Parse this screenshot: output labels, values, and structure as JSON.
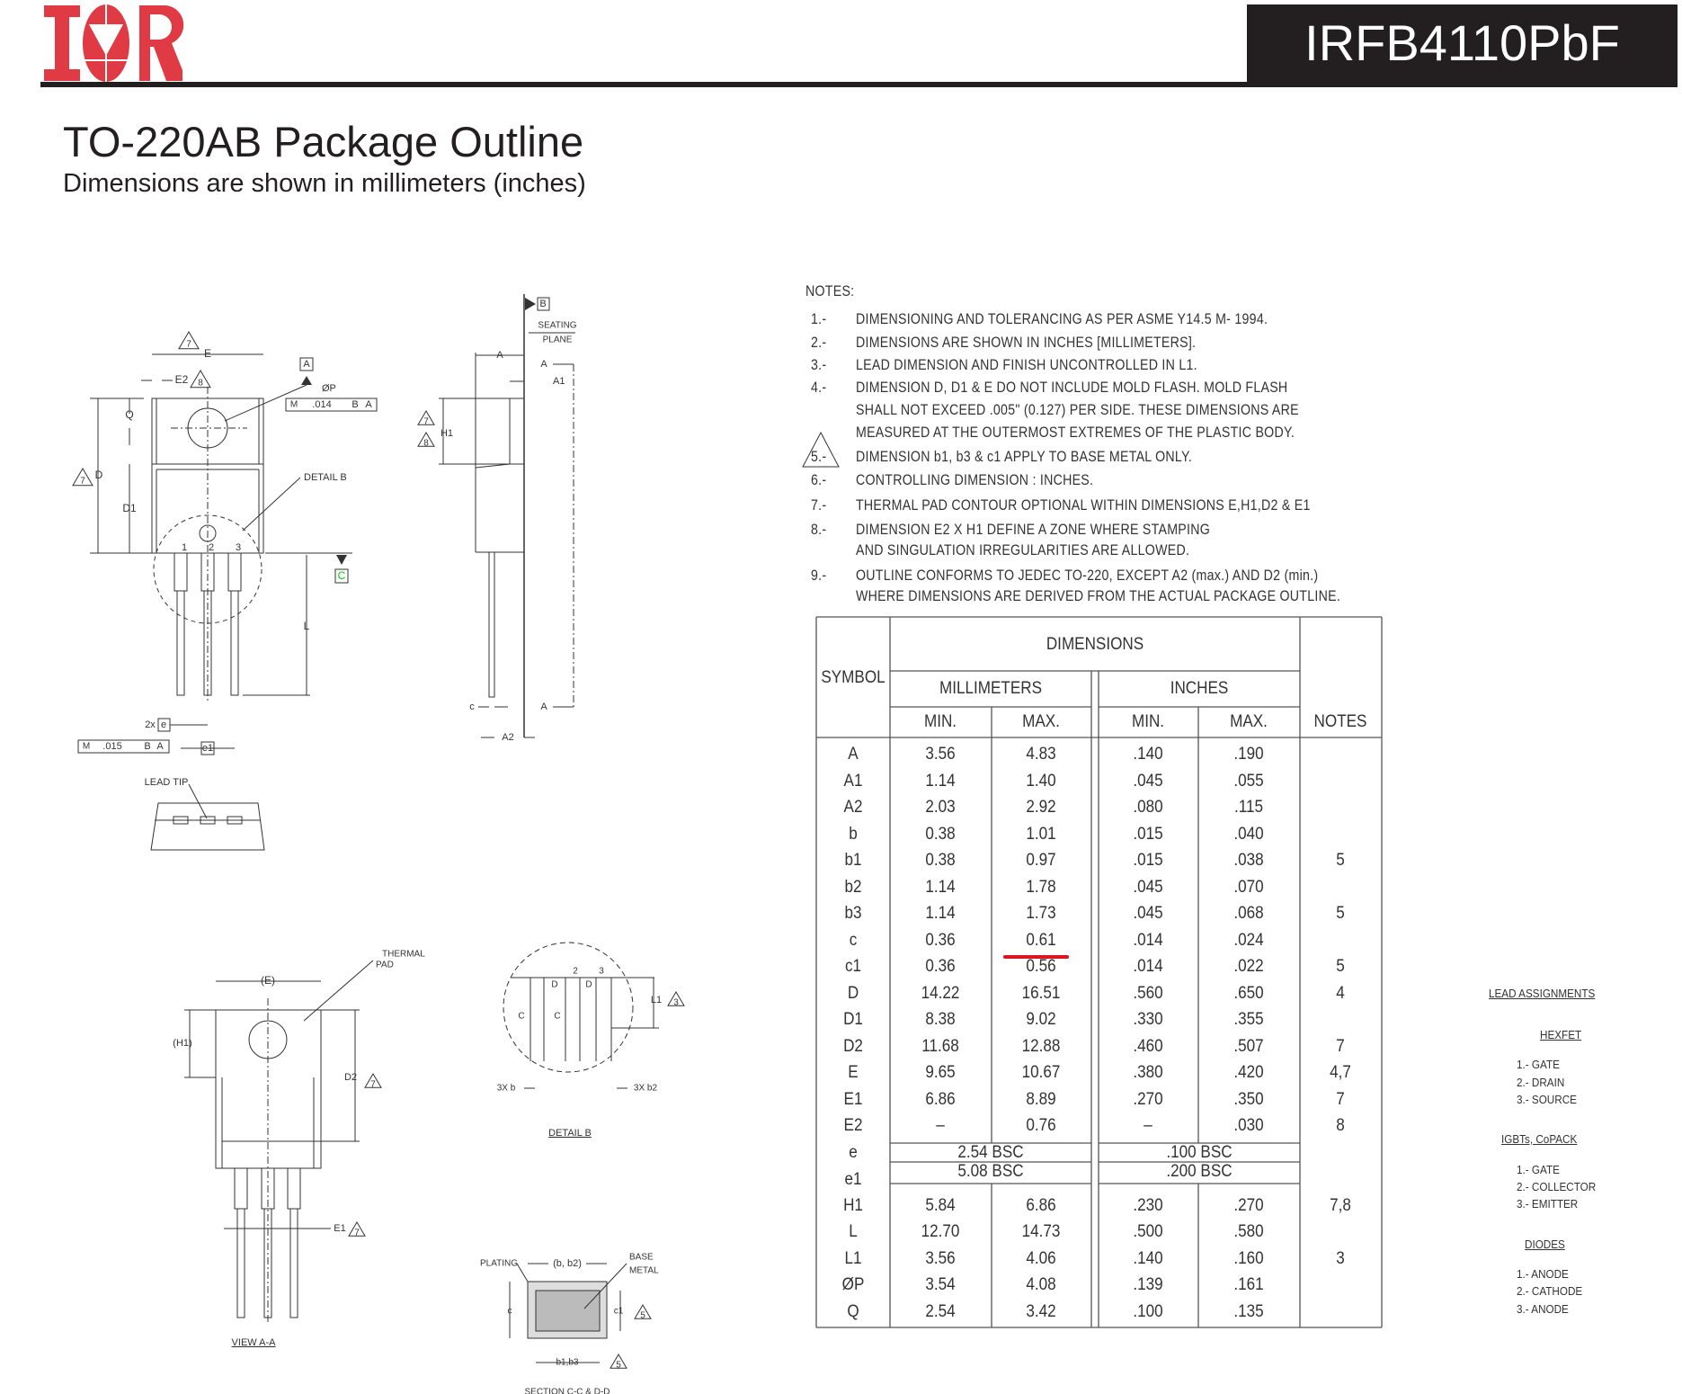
{
  "header": {
    "logo_text": "IOR",
    "part_number": "IRFB4110PbF",
    "title": "TO-220AB Package Outline",
    "subtitle": "Dimensions are shown in millimeters (inches)",
    "brand_color": "#e03a44"
  },
  "notes": {
    "heading": "NOTES:",
    "items": [
      {
        "num": "1.-",
        "lines": [
          "DIMENSIONING AND TOLERANCING AS PER ASME Y14.5 M- 1994."
        ]
      },
      {
        "num": "2.-",
        "lines": [
          "DIMENSIONS ARE SHOWN IN INCHES [MILLIMETERS]."
        ]
      },
      {
        "num": "3.-",
        "lines": [
          "LEAD DIMENSION AND FINISH UNCONTROLLED IN L1."
        ]
      },
      {
        "num": "4.-",
        "lines": [
          "DIMENSION D, D1 & E DO NOT INCLUDE MOLD FLASH. MOLD FLASH",
          "SHALL NOT EXCEED .005\" (0.127) PER SIDE. THESE DIMENSIONS ARE",
          "MEASURED AT THE OUTERMOST EXTREMES OF THE PLASTIC BODY."
        ]
      },
      {
        "num": "5.-",
        "lines": [
          "DIMENSION b1, b3 & c1 APPLY TO BASE METAL ONLY."
        ]
      },
      {
        "num": "6.-",
        "lines": [
          "CONTROLLING DIMENSION : INCHES."
        ]
      },
      {
        "num": "7.-",
        "lines": [
          "THERMAL PAD CONTOUR OPTIONAL WITHIN DIMENSIONS E,H1,D2 & E1"
        ]
      },
      {
        "num": "8.-",
        "lines": [
          "DIMENSION E2 X H1 DEFINE A ZONE WHERE STAMPING",
          "AND SINGULATION IRREGULARITIES ARE ALLOWED."
        ]
      },
      {
        "num": "9.-",
        "lines": [
          "OUTLINE CONFORMS TO JEDEC TO-220, EXCEPT A2 (max.) AND D2 (min.)",
          "WHERE DIMENSIONS ARE DERIVED FROM THE ACTUAL PACKAGE OUTLINE."
        ]
      }
    ]
  },
  "table": {
    "symbol_header": "SYMBOL",
    "dimensions_header": "DIMENSIONS",
    "mm_header": "MILLIMETERS",
    "in_header": "INCHES",
    "min_label": "MIN.",
    "max_label": "MAX.",
    "notes_header": "NOTES",
    "highlight_color": "#e0141e",
    "rows": [
      {
        "symbol": "A",
        "mm_min": "3.56",
        "mm_max": "4.83",
        "in_min": ".140",
        "in_max": ".190",
        "notes": ""
      },
      {
        "symbol": "A1",
        "mm_min": "1.14",
        "mm_max": "1.40",
        "in_min": ".045",
        "in_max": ".055",
        "notes": ""
      },
      {
        "symbol": "A2",
        "mm_min": "2.03",
        "mm_max": "2.92",
        "in_min": ".080",
        "in_max": ".115",
        "notes": ""
      },
      {
        "symbol": "b",
        "mm_min": "0.38",
        "mm_max": "1.01",
        "in_min": ".015",
        "in_max": ".040",
        "notes": ""
      },
      {
        "symbol": "b1",
        "mm_min": "0.38",
        "mm_max": "0.97",
        "in_min": ".015",
        "in_max": ".038",
        "notes": "5"
      },
      {
        "symbol": "b2",
        "mm_min": "1.14",
        "mm_max": "1.78",
        "in_min": ".045",
        "in_max": ".070",
        "notes": ""
      },
      {
        "symbol": "b3",
        "mm_min": "1.14",
        "mm_max": "1.73",
        "in_min": ".045",
        "in_max": ".068",
        "notes": "5"
      },
      {
        "symbol": "c",
        "mm_min": "0.36",
        "mm_max": "0.61",
        "in_min": ".014",
        "in_max": ".024",
        "notes": "",
        "highlight": "mm_max"
      },
      {
        "symbol": "c1",
        "mm_min": "0.36",
        "mm_max": "0.56",
        "in_min": ".014",
        "in_max": ".022",
        "notes": "5"
      },
      {
        "symbol": "D",
        "mm_min": "14.22",
        "mm_max": "16.51",
        "in_min": ".560",
        "in_max": ".650",
        "notes": "4"
      },
      {
        "symbol": "D1",
        "mm_min": "8.38",
        "mm_max": "9.02",
        "in_min": ".330",
        "in_max": ".355",
        "notes": ""
      },
      {
        "symbol": "D2",
        "mm_min": "11.68",
        "mm_max": "12.88",
        "in_min": ".460",
        "in_max": ".507",
        "notes": "7"
      },
      {
        "symbol": "E",
        "mm_min": "9.65",
        "mm_max": "10.67",
        "in_min": ".380",
        "in_max": ".420",
        "notes": "4,7"
      },
      {
        "symbol": "E1",
        "mm_min": "6.86",
        "mm_max": "8.89",
        "in_min": ".270",
        "in_max": ".350",
        "notes": "7"
      },
      {
        "symbol": "E2",
        "mm_min": "–",
        "mm_max": "0.76",
        "in_min": "–",
        "in_max": ".030",
        "notes": "8"
      },
      {
        "symbol": "e",
        "mm_bsc": "2.54 BSC",
        "in_bsc": ".100 BSC"
      },
      {
        "symbol": "e1",
        "mm_bsc": "5.08 BSC",
        "in_bsc": ".200 BSC"
      },
      {
        "symbol": "H1",
        "mm_min": "5.84",
        "mm_max": "6.86",
        "in_min": ".230",
        "in_max": ".270",
        "notes": "7,8"
      },
      {
        "symbol": "L",
        "mm_min": "12.70",
        "mm_max": "14.73",
        "in_min": ".500",
        "in_max": ".580",
        "notes": ""
      },
      {
        "symbol": "L1",
        "mm_min": "3.56",
        "mm_max": "4.06",
        "in_min": ".140",
        "in_max": ".160",
        "notes": "3"
      },
      {
        "symbol": "ØP",
        "mm_min": "3.54",
        "mm_max": "4.08",
        "in_min": ".139",
        "in_max": ".161",
        "notes": ""
      },
      {
        "symbol": "Q",
        "mm_min": "2.54",
        "mm_max": "3.42",
        "in_min": ".100",
        "in_max": ".135",
        "notes": ""
      }
    ]
  },
  "lead_assignments": {
    "heading": "LEAD ASSIGNMENTS",
    "groups": [
      {
        "name": "HEXFET",
        "items": [
          "1.- GATE",
          "2.- DRAIN",
          "3.- SOURCE"
        ]
      },
      {
        "name": "IGBTs, CoPACK",
        "items": [
          "1.- GATE",
          "2.- COLLECTOR",
          "3.- EMITTER"
        ]
      },
      {
        "name": "DIODES",
        "items": [
          "1.- ANODE",
          "2.- CATHODE",
          "3.- ANODE"
        ]
      }
    ]
  },
  "drawings": {
    "front": {
      "E": "E",
      "E2": "E2",
      "Q": "Q",
      "D": "D",
      "D1": "D1",
      "detail_b": "DETAIL B",
      "datum_a": "A",
      "phi_p": "ØP",
      "fcf_014": ".014",
      "fcf_B": "B",
      "fcf_A": "A",
      "datum_c": "C",
      "L": "L",
      "two_x": "2x",
      "e": "e",
      "e1": "e1",
      "fcf_015": ".015",
      "lead1": "1",
      "lead2": "2",
      "lead3": "3",
      "tri7": "7",
      "tri8": "8",
      "M": "M"
    },
    "lead_tip": "LEAD TIP",
    "side": {
      "datum_b": "B",
      "seating": "SEATING",
      "plane": "PLANE",
      "A": "A",
      "A1": "A1",
      "H1": "H1",
      "c": "c",
      "A2": "A2",
      "sec_a": "A"
    },
    "view_aa": {
      "thermal": "THERMAL",
      "pad": "PAD",
      "E": "(E)",
      "H1": "(H1)",
      "D2": "D2",
      "E1": "E1",
      "title": "VIEW A-A"
    },
    "detail_b": {
      "D": "D",
      "C": "C",
      "L1": "L1",
      "tri3": "3",
      "b": "3X b",
      "b2": "3X b2",
      "title": "DETAIL B",
      "n2": "2",
      "n3": "3"
    },
    "section": {
      "plating": "PLATING",
      "b_b2": "(b, b2)",
      "base": "BASE",
      "metal": "METAL",
      "c": "c",
      "c1": "c1",
      "b1b3": "b1,b3",
      "tri5": "5",
      "title": "SECTION C-C & D-D"
    }
  }
}
